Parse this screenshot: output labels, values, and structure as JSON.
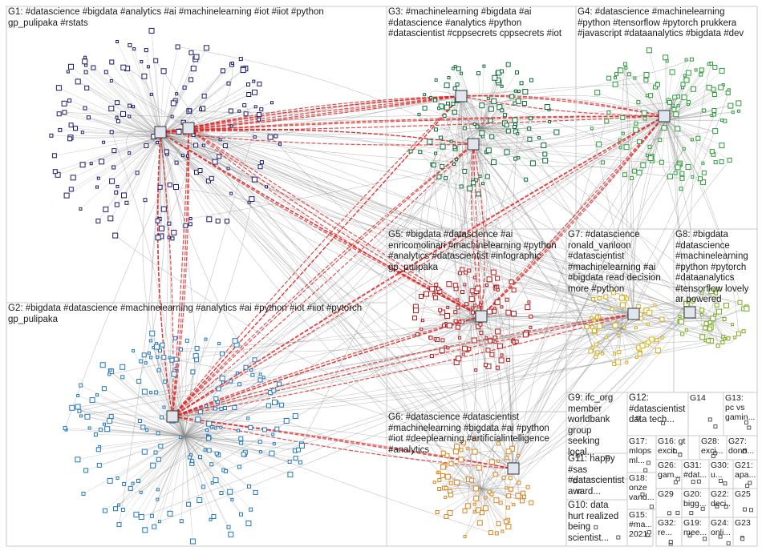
{
  "groups": [
    {
      "id": "G1",
      "label": "G1: #datascience #bigdata #analytics #ai #machinelearning #iot #iiot #python\ngp_pulipaka #rstats",
      "color": "#1f1a6b"
    },
    {
      "id": "G2",
      "label": "G2: #bigdata #datascience #machinelearning #analytics #ai #python #iot #iiot #pytorch\ngp_pulipaka",
      "color": "#2277bb"
    },
    {
      "id": "G3",
      "label": "G3: #machinelearning #bigdata #ai\n#datascience #analytics #python\n#datascientist #cppsecrets cppsecrets #iot",
      "color": "#0f6b3a"
    },
    {
      "id": "G4",
      "label": "G4: #datascience #machinelearning\n#python #tensorflow #pytorch prukkera\n#javascript #dataanalytics #bigdata #dev",
      "color": "#2e9a3a"
    },
    {
      "id": "G5",
      "label": "G5: #bigdata #datascience #ai\nenricomolinari #machinelearning #python\n#analytics #datascientist #infographic\ngp_pulipaka",
      "color": "#b31b1b"
    },
    {
      "id": "G6",
      "label": "G6: #datascience #datascientist\n#machinelearning #bigdata #ai #python\n#iot #deeplearning #artificialintelligence\n#analytics",
      "color": "#d9851f"
    },
    {
      "id": "G7",
      "label": "G7: #datascience\nronald_vanloon\n#datascientist\n#machinelearning #ai\n#bigdata read decision\nmore #python",
      "color": "#d4b21a"
    },
    {
      "id": "G8",
      "label": "G8: #bigdata\n#datascience\n#machinelearning\n#python #pytorch\n#dataanalytics\n#tensorflow lovely\nar powered",
      "color": "#7aaa1e"
    },
    {
      "id": "G9",
      "label": "G9: ifc_org\nmember\nworldbank\ngroup seeking\nlocal...",
      "color": "#999999"
    },
    {
      "id": "G10",
      "label": "G10: data\nhurt realized\nbeing\nscientist...",
      "color": "#999999"
    },
    {
      "id": "G11",
      "label": "G11: happy\n#sas\n#datascientist\naward...",
      "color": "#999999"
    },
    {
      "id": "G12",
      "label": "G12:\n#datascientist\ndata tech...",
      "color": "#999999"
    },
    {
      "id": "G13",
      "label": "G13:\npc vs\ngamin...",
      "color": "#999999"
    },
    {
      "id": "G14",
      "label": "G14",
      "color": "#999999"
    },
    {
      "id": "G15",
      "label": "G15:\n#ma...\n2021...",
      "color": "#999999"
    },
    {
      "id": "G16",
      "label": "G16: gt\nexcit...",
      "color": "#999999"
    },
    {
      "id": "G17",
      "label": "G17:\nmlops\nml...",
      "color": "#999999"
    },
    {
      "id": "G18",
      "label": "G18:\nonze\nvand...",
      "color": "#999999"
    },
    {
      "id": "G19",
      "label": "G19:\nmee...",
      "color": "#999999"
    },
    {
      "id": "G20",
      "label": "G20:\nbigg...",
      "color": "#999999"
    },
    {
      "id": "G21",
      "label": "G21:\napa...",
      "color": "#999999"
    },
    {
      "id": "G22",
      "label": "G22:\ndeci...",
      "color": "#999999"
    },
    {
      "id": "G23",
      "label": "G23",
      "color": "#999999"
    },
    {
      "id": "G24",
      "label": "G24:\nonli...",
      "color": "#999999"
    },
    {
      "id": "G25",
      "label": "G25",
      "color": "#999999"
    },
    {
      "id": "G26",
      "label": "G26:\ngam...",
      "color": "#999999"
    },
    {
      "id": "G27",
      "label": "G27:\ndonn...",
      "color": "#999999"
    },
    {
      "id": "G28",
      "label": "G28:\nexci...",
      "color": "#999999"
    },
    {
      "id": "G29",
      "label": "G29",
      "color": "#999999"
    },
    {
      "id": "G30",
      "label": "G30:\nu...",
      "color": "#999999"
    },
    {
      "id": "G31",
      "label": "G31:\n#dat...",
      "color": "#999999"
    },
    {
      "id": "G32",
      "label": "G32:\nre...",
      "color": "#999999"
    }
  ],
  "colors": {
    "edge": "#8a8a8a",
    "edge_highlight": "#e02020",
    "box_border": "#c8c8c8"
  }
}
